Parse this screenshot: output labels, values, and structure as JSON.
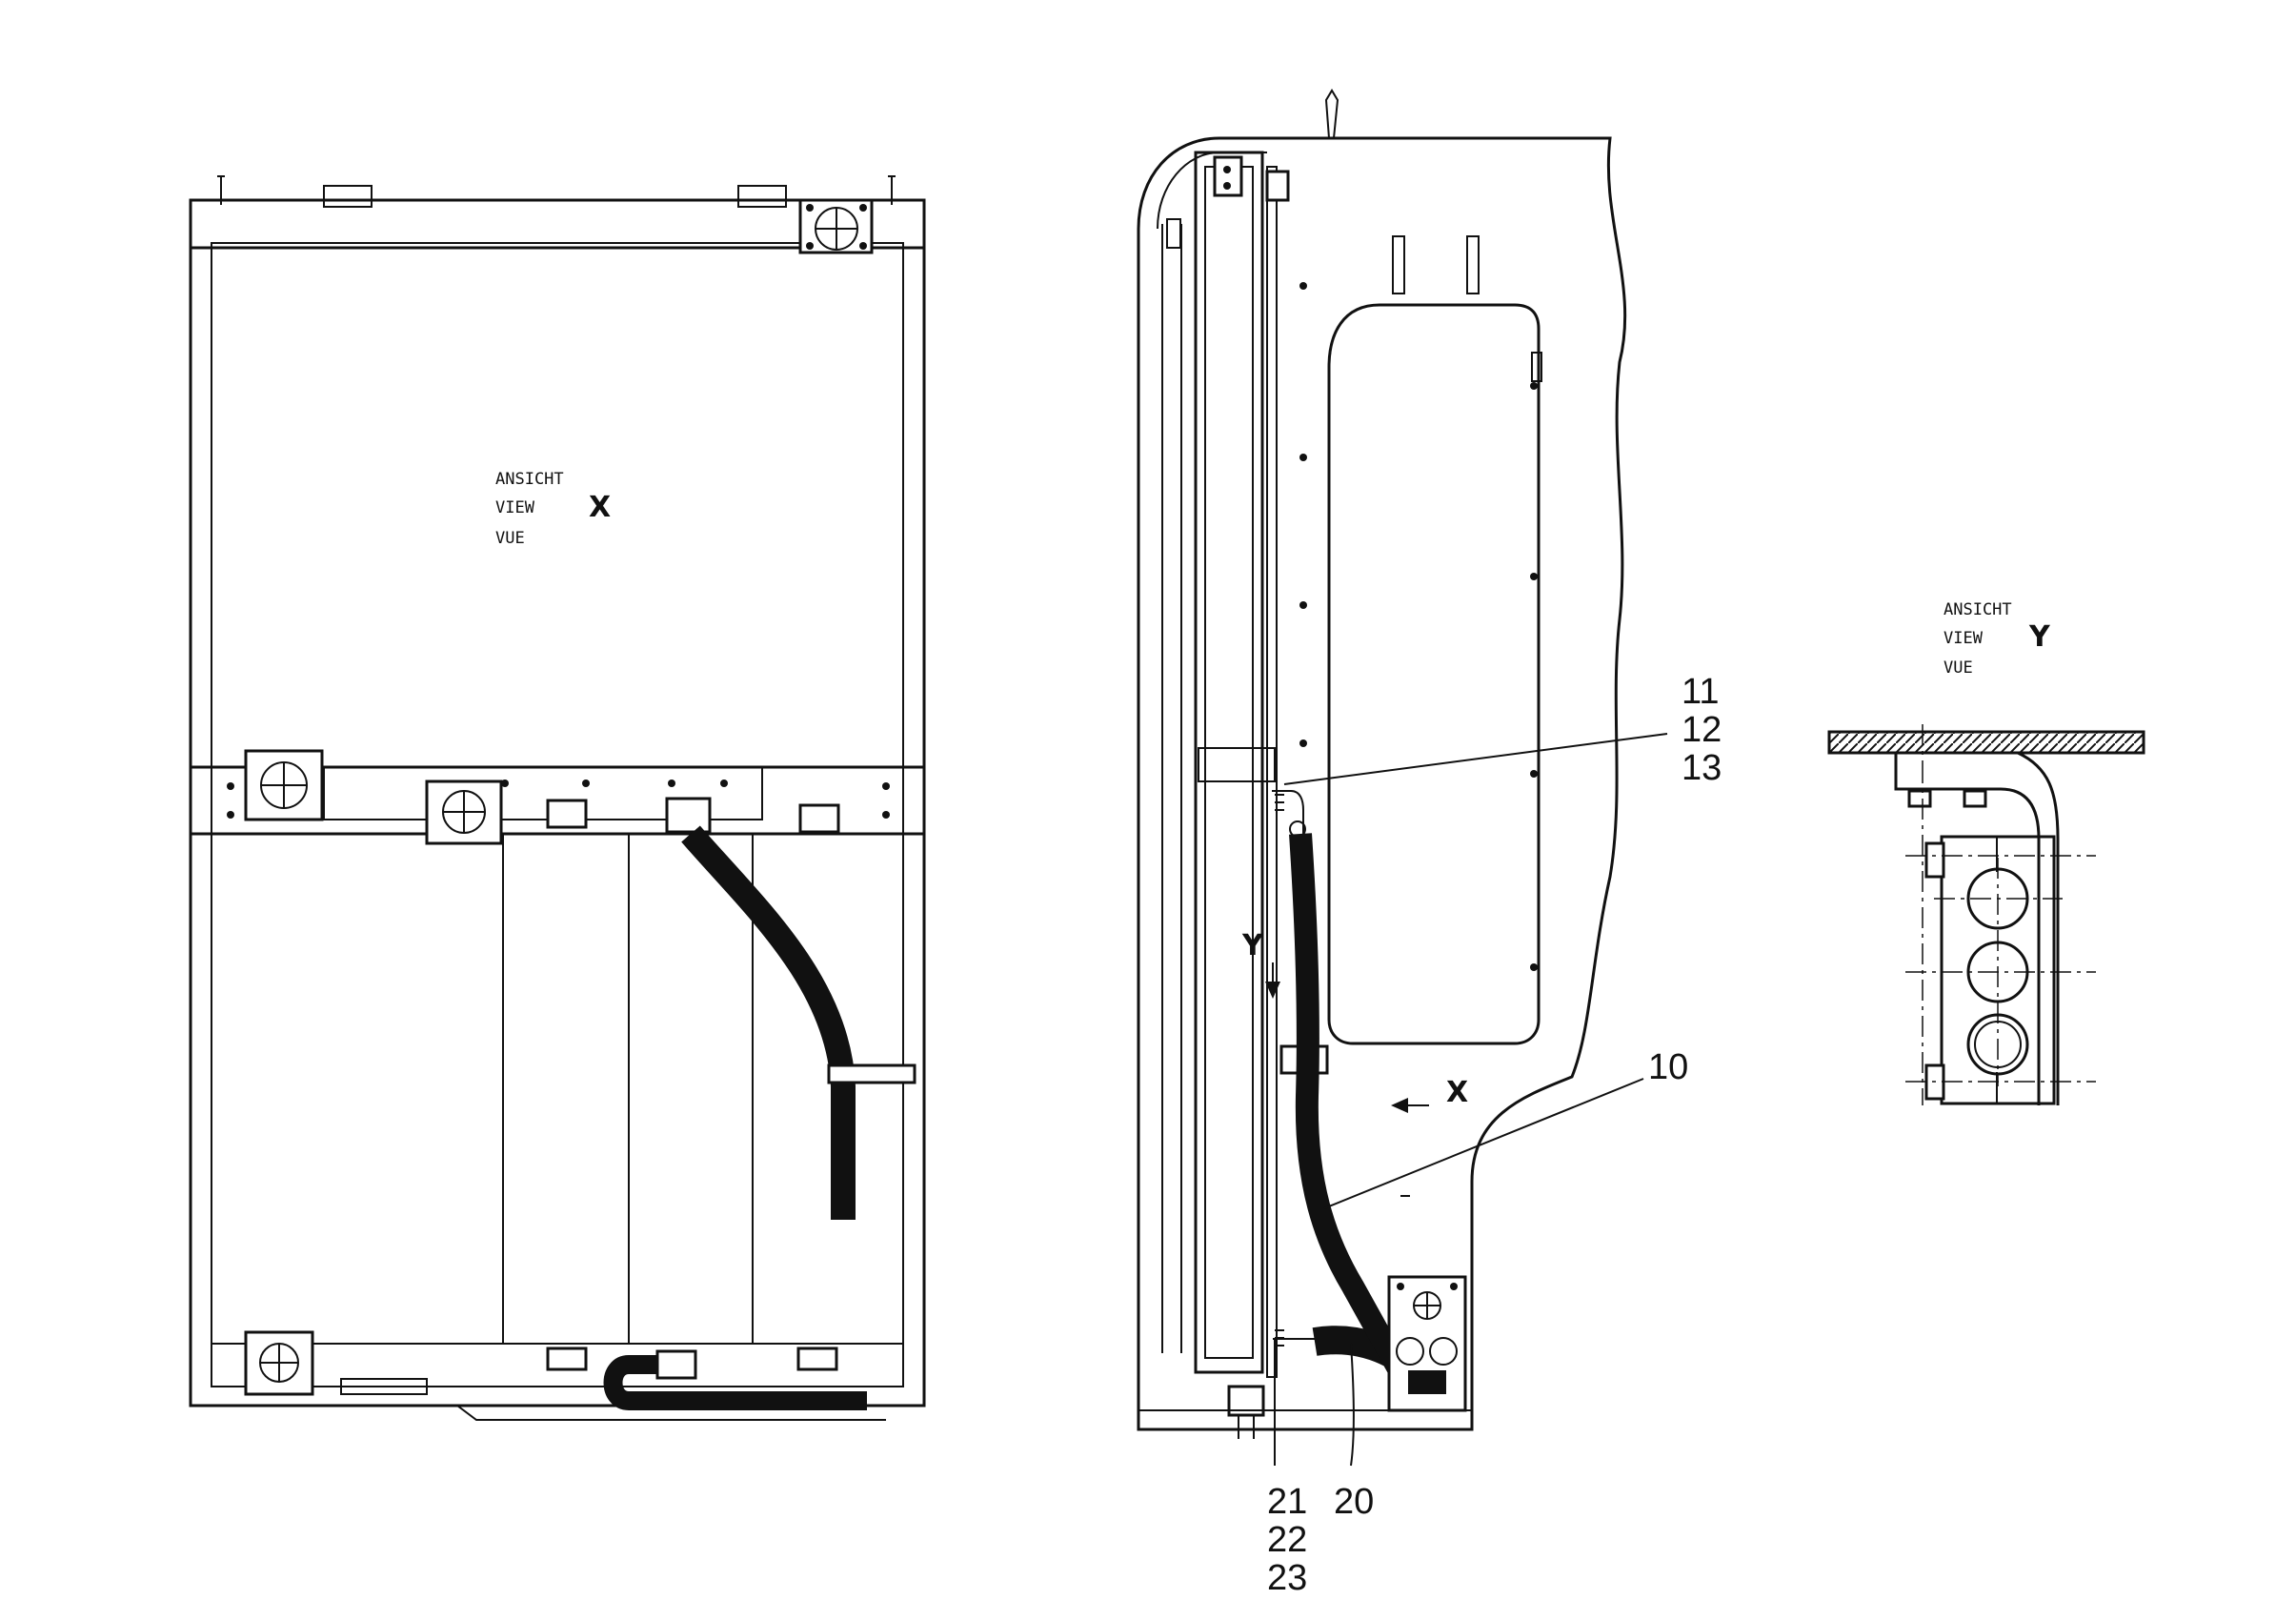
{
  "view_x": {
    "line1": "ANSICHT",
    "line2": "VIEW",
    "line3": "VUE",
    "letter": "X"
  },
  "view_y": {
    "line1": "ANSICHT",
    "line2": "VIEW",
    "line3": "VUE",
    "letter": "Y"
  },
  "arrows": {
    "y_label": "Y",
    "x_label": "X"
  },
  "callouts": {
    "c11": "11",
    "c12": "12",
    "c13": "13",
    "c10": "10",
    "c20": "20",
    "c21": "21",
    "c22": "22",
    "c23": "23"
  }
}
